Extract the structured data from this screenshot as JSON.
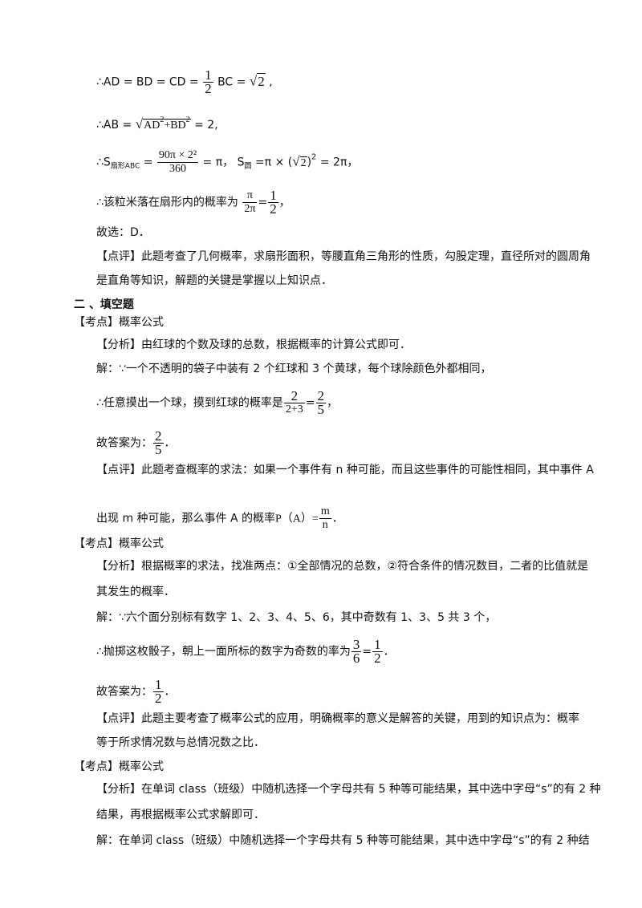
{
  "lines": {
    "l1_text": "∴AD = BD = CD =",
    "l1_frac_num": "1",
    "l1_frac_den": "2",
    "l1_tail_a": "BC =",
    "l1_sqrt": "2",
    "l1_tail_b": ",",
    "l2_text": "∴AB =",
    "l2_rad_a": "AD",
    "l2_exp_a": "2",
    "l2_plus": "+BD",
    "l2_exp_b": "2",
    "l2_tail": "= 2,",
    "l3_lead": "∴S",
    "l3_sub": "扇形ABC",
    "l3_eq": "=",
    "l3_frac_num": "90π × 2²",
    "l3_frac_den": "360",
    "l3_mid": "= π， S",
    "l3_sub2": "圆",
    "l3_eq2": "=π × (",
    "l3_sqrt": "2",
    "l3_close": ")",
    "l3_exp": "2",
    "l3_tail": "= 2π，",
    "l4_text": "∴该粒米落在扇形内的概率为",
    "l4_frac1_num": "π",
    "l4_frac1_den": "2π",
    "l4_eq": "=",
    "l4_frac2_num": "1",
    "l4_frac2_den": "2",
    "l4_tail": "，",
    "l5": "故选：D．",
    "l6": "【点评】此题考查了几何概率，求扇形面积，等腰直角三角形的性质，勾股定理，直径所对的圆周角",
    "l7": "是直角等知识，解题的关键是掌握以上知识点．",
    "sec2": "二 、填空题",
    "q1_kd": "【考点】概率公式",
    "q1_fx": "【分析】由红球的个数及球的总数，根据概率的计算公式即可．",
    "q1_jie": "解：∵一个不透明的袋子中装有 2 个红球和 3 个黄球，每个球除颜色外都相同，",
    "q1_line": "∴任意摸出一个球，摸到红球的概率是",
    "q1_f1_num": "2",
    "q1_f1_den": "2+3",
    "q1_eq": "=",
    "q1_f2_num": "2",
    "q1_f2_den": "5",
    "q1_tail": "，",
    "q1_ans": "故答案为：",
    "q1_ans_num": "2",
    "q1_ans_den": "5",
    "q1_ans_tail": "．",
    "q1_py1": "【点评】此题考查概率的求法：如果一个事件有 n 种可能，而且这些事件的可能性相同，其中事件 A",
    "q1_py2": "出现 m 种可能，那么事件 A 的概率",
    "q1_py2_p": "P（A）=",
    "q1_py2_num": "m",
    "q1_py2_den": "n",
    "q1_py2_tail": "．",
    "q2_kd": "【考点】概率公式",
    "q2_fx1": "【分析】根据概率的求法，找准两点：①全部情况的总数，②符合条件的情况数目，二者的比值就是",
    "q2_fx2": "其发生的概率．",
    "q2_jie": "解：∵六个面分别标有数字 1、2、3、4、5、6，其中奇数有 1、3、5 共 3 个，",
    "q2_line": "∴抛掷这枚骰子，朝上一面所标的数字为奇数的率为",
    "q2_f1_num": "3",
    "q2_f1_den": "6",
    "q2_eq": "=",
    "q2_f2_num": "1",
    "q2_f2_den": "2",
    "q2_tail": "．",
    "q2_ans": "故答案为：",
    "q2_ans_num": "1",
    "q2_ans_den": "2",
    "q2_ans_tail": "．",
    "q2_py1": "【点评】此题主要考查了概率公式的应用，明确概率的意义是解答的关键，用到的知识点为：概率",
    "q2_py2": "等于所求情况数与总情况数之比．",
    "q3_kd": "【考点】概率公式",
    "q3_fx1": "【分析】在单词 class（班级）中随机选择一个字母共有 5 种等可能结果，其中选中字母“s”的有 2 种",
    "q3_fx2": "结果，再根据概率公式求解即可．",
    "q3_jie": "解：在单词 class（班级）中随机选择一个字母共有 5 种等可能结果，其中选中字母“s”的有 2 种结"
  }
}
